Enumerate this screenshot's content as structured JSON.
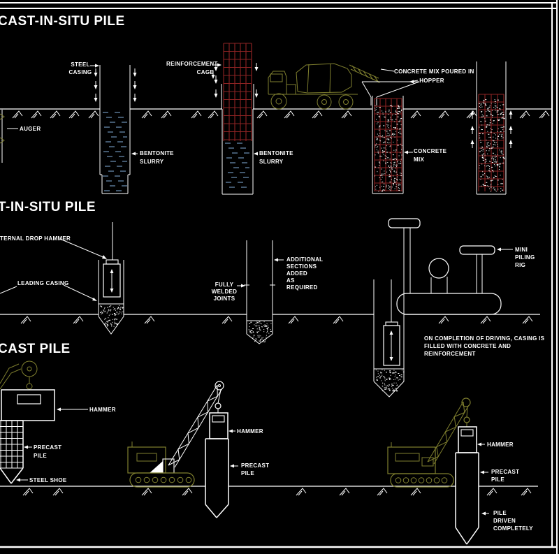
{
  "colors": {
    "background": "#000000",
    "line": "#ffffff",
    "rebar": "#8d2323",
    "slurry": "#5f7e9e",
    "equipment": "#80802f"
  },
  "top": {
    "title": "CAST-IN-SITU PILE",
    "steel_casing": [
      "STEEL",
      "CASING"
    ],
    "auger": [
      "AUGER"
    ],
    "bentonite_1": [
      "BENTONITE",
      "SLURRY"
    ],
    "reinforcement_cage": [
      "REINFORCEMENT",
      "CAGE"
    ],
    "bentonite_2": [
      "BENTONITE",
      "SLURRY"
    ],
    "concrete_poured": [
      "CONCRETE MIX POURED IN",
      "HOPPER"
    ],
    "concrete_mix": [
      "CONCRETE",
      "MIX"
    ]
  },
  "middle": {
    "title": "T-IN-SITU PILE",
    "drop_hammer": [
      "TERNAL DROP HAMMER"
    ],
    "leading_casing": [
      "LEADING CASING"
    ],
    "fully_welded": [
      "FULLY",
      "WELDED",
      "JOINTS"
    ],
    "additional_sections": [
      "ADDITIONAL",
      "SECTIONS",
      "ADDED",
      "AS",
      "REQUIRED"
    ],
    "mini_rig": [
      "MINI",
      "PILING",
      "RIG"
    ],
    "completion_note": [
      "ON COMPLETION OF DRIVING, CASING IS",
      "FILLED WITH CONCRETE AND",
      "REINFORCEMENT"
    ]
  },
  "bottom": {
    "title": "CAST PILE",
    "hammer_1": [
      "HAMMER"
    ],
    "precast_1": [
      "PRECAST",
      "PILE"
    ],
    "steel_shoe": [
      "STEEL SHOE"
    ],
    "hammer_2": [
      "HAMMER"
    ],
    "precast_2": [
      "PRECAST",
      "PILE"
    ],
    "hammer_3": [
      "HAMMER"
    ],
    "precast_3": [
      "PRECAST",
      "PILE"
    ],
    "pile_driven": [
      "PILE",
      "DRIVEN",
      "COMPLETELY"
    ]
  }
}
